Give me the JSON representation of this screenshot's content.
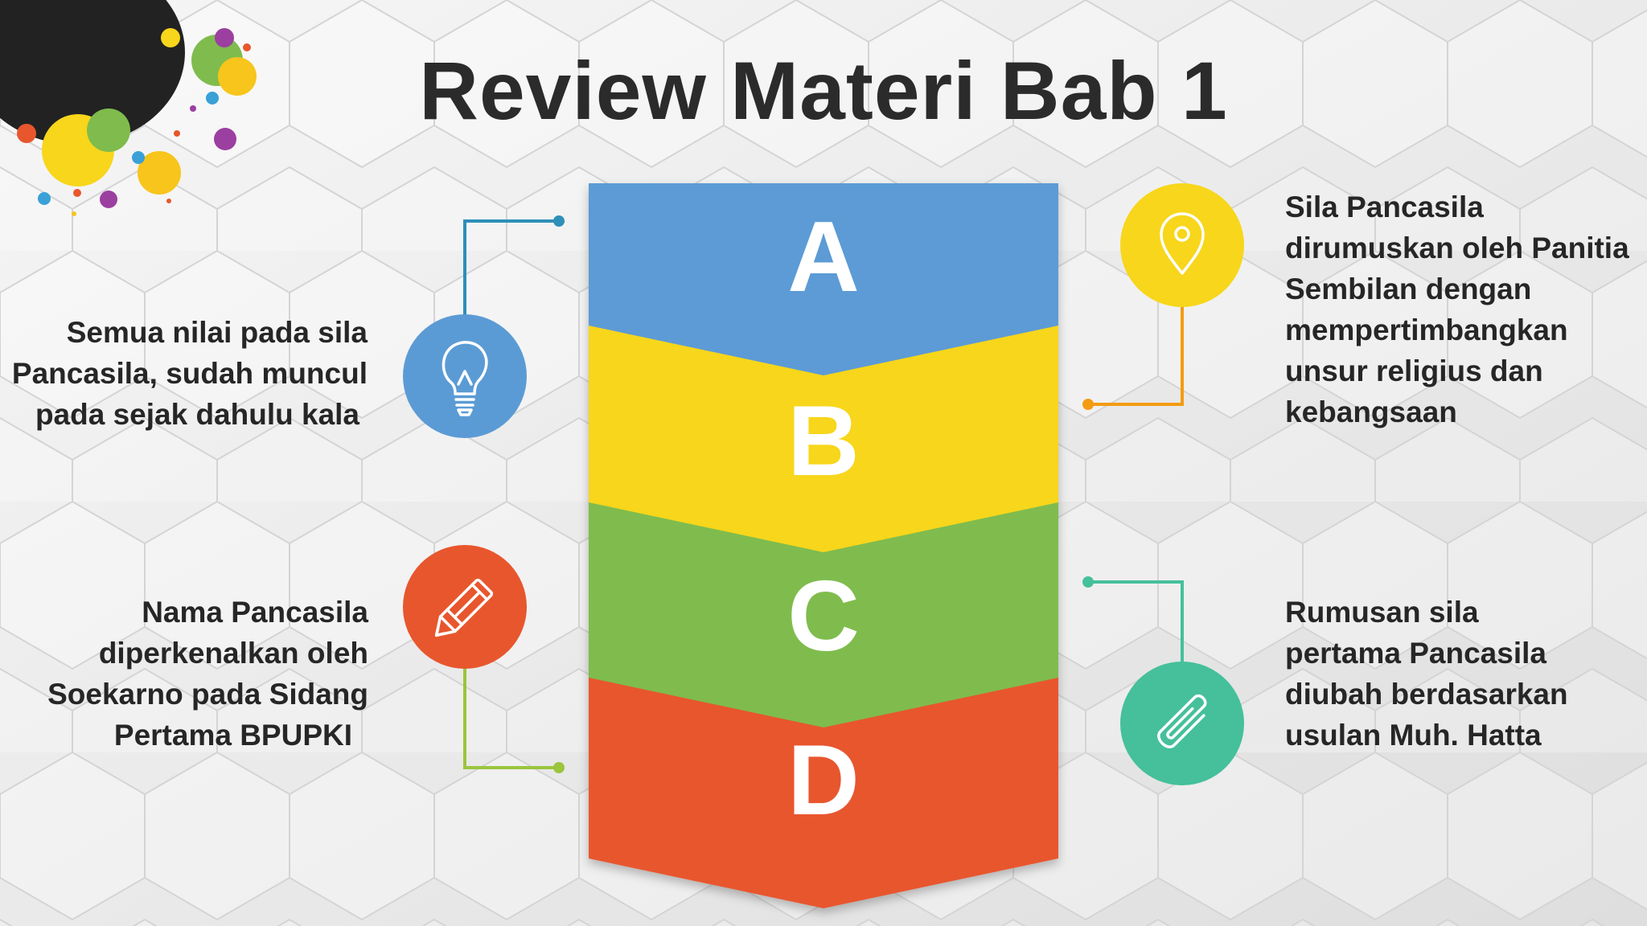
{
  "title": "Review Materi Bab 1",
  "stages": [
    {
      "letter": "A",
      "color": "#5b9bd5"
    },
    {
      "letter": "B",
      "color": "#f7d61b"
    },
    {
      "letter": "C",
      "color": "#7fbc4d"
    },
    {
      "letter": "D",
      "color": "#e8562d"
    }
  ],
  "notes": {
    "top_left": {
      "icon": "lightbulb-icon",
      "color": "#5b9bd5",
      "lines": [
        "Semua nilai pada sila",
        "Pancasila, sudah muncul",
        "pada sejak dahulu kala"
      ]
    },
    "bottom_left": {
      "icon": "pencil-icon",
      "color": "#e8562d",
      "lines": [
        "Nama Pancasila",
        "diperkenalkan oleh",
        "Soekarno pada Sidang",
        "Pertama BPUPKI"
      ]
    },
    "top_right": {
      "icon": "location-pin-icon",
      "color": "#f7d61b",
      "lines": [
        "Sila Pancasila",
        "dirumuskan oleh Panitia",
        "Sembilan dengan",
        "mempertimbangkan",
        "unsur religius dan",
        "kebangsaan"
      ]
    },
    "bottom_right": {
      "icon": "paperclip-icon",
      "color": "#45c09a",
      "lines": [
        "Rumusan sila",
        "pertama Pancasila",
        "diubah berdasarkan",
        "usulan Muh. Hatta"
      ]
    }
  },
  "connector_colors": {
    "top_left": "#2e8fb8",
    "bottom_left": "#9bc53d",
    "top_right": "#f39c12",
    "bottom_right": "#45c09a"
  }
}
